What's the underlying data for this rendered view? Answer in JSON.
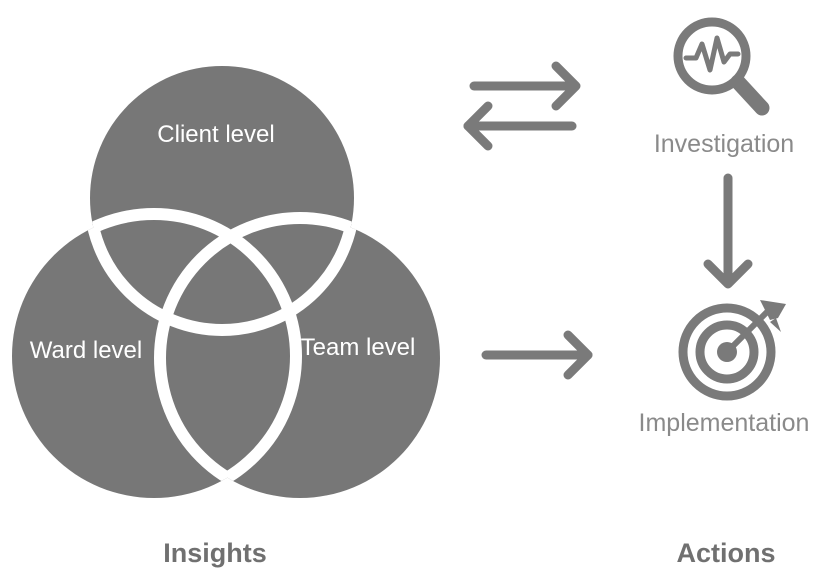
{
  "venn": {
    "top": "Client level",
    "left": "Ward level",
    "right": "Team level"
  },
  "actions": {
    "investigation": "Investigation",
    "implementation": "Implementation"
  },
  "footer": {
    "insights": "Insights",
    "actions": "Actions"
  },
  "colors": {
    "circle_fill": "#777777",
    "overlap_stroke": "#ffffff",
    "icon_gray": "#7a7a7a"
  }
}
